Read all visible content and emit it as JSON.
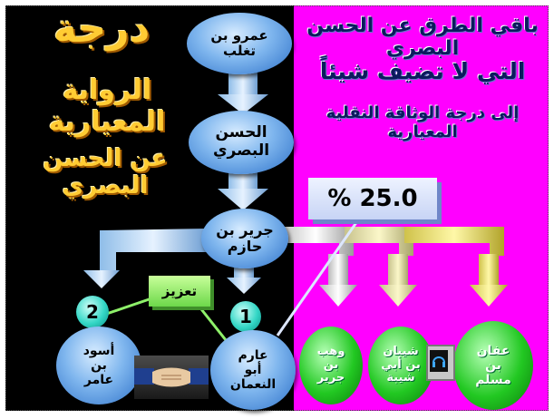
{
  "left_title": {
    "line1": "درجة",
    "line2": "الرواية المعيارية",
    "line3": "عن الحسن البصري"
  },
  "right_title": {
    "line1": "باقي الطرق عن الحسن البصري",
    "line2": "التي لا تضيف شيئاً",
    "line3": "إلى درجة الوثاقة النقلية المعيارية"
  },
  "percentage": "% 25.0",
  "chain": [
    {
      "label": "عمرو بن\nتغلب"
    },
    {
      "label": "الحسن\nالبصري"
    },
    {
      "label": "جرير بن\nحازم"
    }
  ],
  "tazeez_label": "تعزيز",
  "badges": {
    "one": "1",
    "two": "2"
  },
  "bottom_left": [
    {
      "label": "عارم\nأبو\nالنعمان"
    },
    {
      "label": "أسود\nبن\nعامر"
    }
  ],
  "bottom_right": [
    {
      "label": "عفان\nبن\nمسلم"
    },
    {
      "label": "شيبان\nبن أبي\nشيبة"
    },
    {
      "label": "وهب\nبن\nجرير"
    }
  ],
  "colors": {
    "left_background": "#000000",
    "right_background": "#ff00ff",
    "title_gold": "#ffcc33",
    "title_dark": "#0c1a5e",
    "node_blue": "#7fb6ee",
    "node_green": "#22c822",
    "badge_cyan": "#34d7c6",
    "tazeez_green": "#8ef06a",
    "percentage_box": "#dde7ff"
  },
  "icons": [
    "handshake-icon",
    "headset-icon"
  ]
}
